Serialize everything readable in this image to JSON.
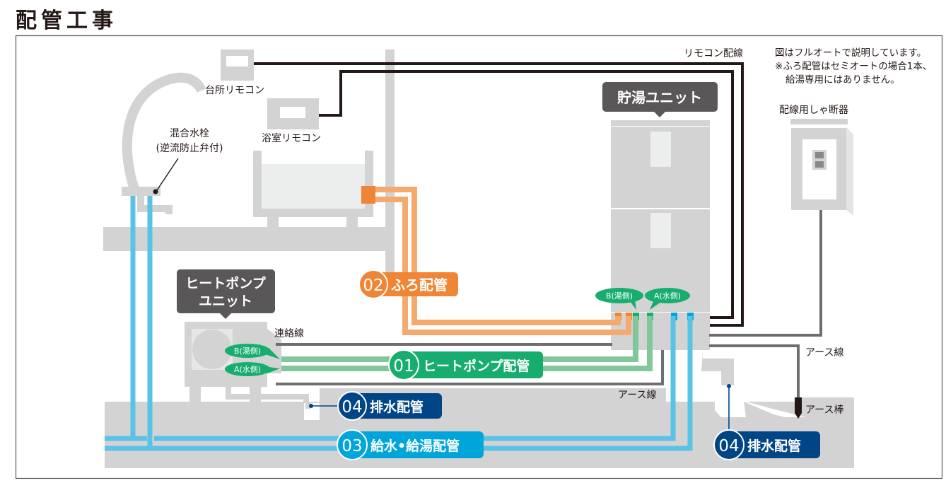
{
  "title": "配管工事",
  "colors": {
    "gray_structure": "#d3d3d3",
    "light_panel": "#eceeed",
    "wire_black": "#231815",
    "wire_gray": "#6e6e6e",
    "heatpump_green": "#16ad6e",
    "heatpump_pipe": "#82c79a",
    "bath_orange": "#ef8535",
    "bath_pipe": "#f4aa6e",
    "water_blue": "#00a6d9",
    "water_pipe": "#5bc2e7",
    "drain_navy": "#004586",
    "callout_dark": "#595757"
  },
  "notes": {
    "line1": "図はフルオートで説明しています。",
    "line2": "※ふろ配管はセミオートの場合1本、",
    "line3": "給湯専用にはありません。"
  },
  "labels": {
    "kitchen_remote": "台所リモコン",
    "bath_remote": "浴室リモコン",
    "mixing_faucet_1": "混合水栓",
    "mixing_faucet_2": "(逆流防止弁付)",
    "remote_wiring": "リモコン配線",
    "breaker": "配線用しゃ断器",
    "connection_wire": "連絡線",
    "earth_wire_right": "アース線",
    "earth_wire_bottom": "アース線",
    "earth_rod": "アース棒"
  },
  "units": {
    "storage_unit": "貯湯ユニット",
    "heatpump_unit_line1": "ヒートポンプ",
    "heatpump_unit_line2": "ユニット"
  },
  "ports": {
    "hp_b": "B(湯側)",
    "hp_a": "A(水側)",
    "tank_b": "B(湯側)",
    "tank_a": "A(水側)"
  },
  "pipe_tags": [
    {
      "num": "01",
      "label": "ヒートポンプ配管"
    },
    {
      "num": "02",
      "label": "ふろ配管"
    },
    {
      "num": "03",
      "label": "給水•給湯配管"
    },
    {
      "num": "04",
      "label": "排水配管"
    },
    {
      "num": "04",
      "label": "排水配管"
    }
  ]
}
